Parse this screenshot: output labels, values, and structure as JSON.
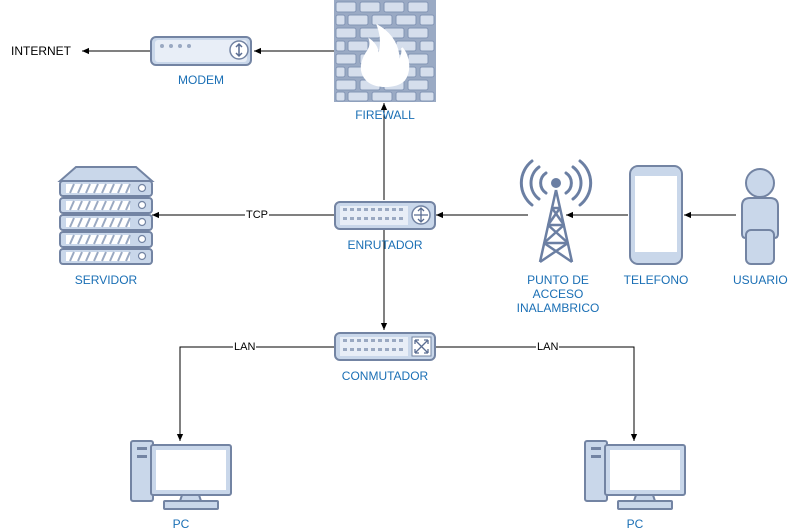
{
  "nodes": {
    "internet": "INTERNET",
    "modem": "MODEM",
    "firewall": "FIREWALL",
    "servidor": "SERVIDOR",
    "enrutador": "ENRUTADOR",
    "punto_acceso": [
      "PUNTO DE",
      "ACCESO",
      "INALAMBRICO"
    ],
    "telefono": "TELEFONO",
    "usuario": "USUARIO",
    "conmutador": "CONMUTADOR",
    "pc_left": "PC",
    "pc_right": "PC"
  },
  "edges": {
    "router_server": "TCP",
    "switch_pc_left": "LAN",
    "switch_pc_right": "LAN"
  },
  "colors": {
    "icon_fill": "#c9d7ea",
    "icon_stroke": "#7384a3",
    "label": "#1a6fb5",
    "line": "#000000"
  }
}
